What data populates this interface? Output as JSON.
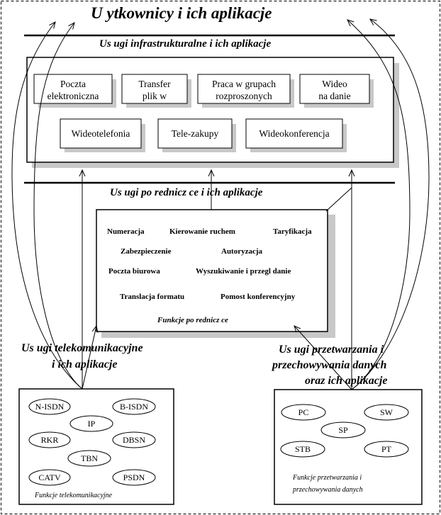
{
  "title": "U  ytkownicy i ich aplikacje",
  "infra": {
    "heading": "Us  ugi infrastrukturalne i ich aplikacje",
    "boxes": [
      [
        "Poczta",
        "elektroniczna"
      ],
      [
        "Transfer",
        "plik  w"
      ],
      [
        "Praca w grupach",
        "rozproszonych"
      ],
      [
        "Wideo",
        "na      danie"
      ],
      [
        "Wideotelefonia"
      ],
      [
        "Tele-zakupy"
      ],
      [
        "Wideokonferencja"
      ]
    ]
  },
  "middle": {
    "heading": "Us  ugi po  rednicz  ce i ich aplikacje",
    "items": [
      "Numeracja",
      "Kierowanie ruchem",
      "Taryfikacja",
      "Zabezpieczenie",
      "Autoryzacja",
      "Poczta biurowa",
      "Wyszukiwanie i przegl  danie",
      "Translacja formatu",
      "Pomost konferencyjny"
    ],
    "caption": "Funkcje po  rednicz  ce"
  },
  "telecom": {
    "label": [
      "Us  ugi telekomunikacyjne",
      "i ich aplikacje"
    ],
    "nodes": [
      "N-ISDN",
      "B-ISDN",
      "IP",
      "RKR",
      "DBSN",
      "TBN",
      "CATV",
      "PSDN"
    ],
    "caption": "Funkcje telekomunikacyjne"
  },
  "processing": {
    "label": [
      "Us  ugi przetwarzania i",
      "przechowywania danych",
      "oraz ich aplikacje"
    ],
    "nodes": [
      "PC",
      "SW",
      "SP",
      "STB",
      "PT"
    ],
    "caption": [
      "Funkcje przetwarzania i",
      "przechowywania danych"
    ]
  }
}
